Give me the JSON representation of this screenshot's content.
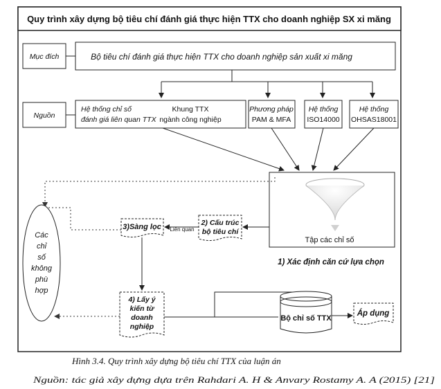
{
  "title": "Quy trình xây dựng bộ tiêu chí đánh giá thực hiện TTX cho doanh nghiệp SX xi măng",
  "rows": {
    "muc_dich_label": "Mục đích",
    "muc_dich_text": "Bộ tiêu chí đánh giá thực hiện TTX cho doanh nghiệp sản xuất xi măng",
    "nguon_label": "Nguồn"
  },
  "sources": {
    "he_thong_chi_so": [
      "Hệ thống chỉ số",
      "đánh giá liên quan TTX"
    ],
    "khung_ttx": [
      "Khung TTX",
      "ngành công nghiệp"
    ],
    "pam_mfa": [
      "Phương pháp",
      "PAM & MFA"
    ],
    "iso14000": [
      "Hệ thống",
      "ISO14000"
    ],
    "ohsas18001": [
      "Hệ thống",
      "OHSAS18001"
    ]
  },
  "funnel": {
    "label": "Tập các chỉ số",
    "step_caption": "1) Xác định căn cứ lựa chọn"
  },
  "steps": {
    "cau_truc": [
      "2) Cấu trúc",
      "bộ tiêu chí"
    ],
    "sang_loc": "3)Sàng lọc",
    "lien_quan": "Liên quan",
    "lay_y_kien": [
      "4) Lấy ý",
      "kiến từ",
      "doanh",
      "nghiệp"
    ]
  },
  "unsuitable": [
    "Các",
    "chỉ",
    "số",
    "không",
    "phù",
    "hợp"
  ],
  "database": "Bộ chỉ số TTX",
  "apply": "Áp dụng",
  "caption": "Hình 3.4. Quy trình xây dựng bộ tiêu chí TTX của luận án",
  "source_note": "Nguồn: tác giả xây dựng dựa trên Rahdari A. H & Anvary Rostamy A. A (2015) [21]"
}
